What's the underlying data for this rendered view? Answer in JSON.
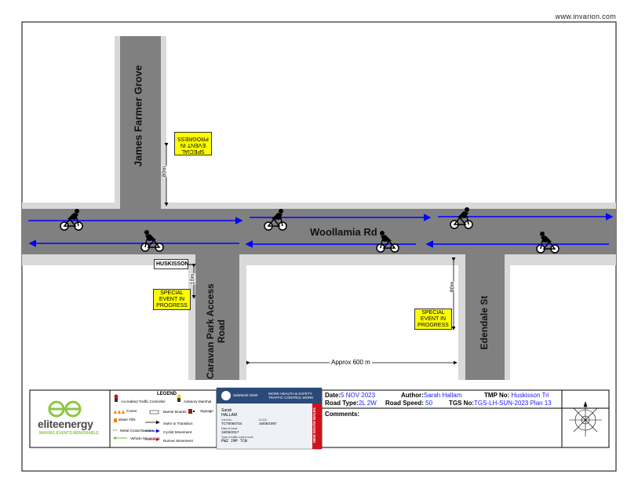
{
  "site_url": "www.invarion.com",
  "roads": {
    "main": "Woollamia Rd",
    "north_left": "James Farmer Grove",
    "south_left": "Caravan Park Access Road",
    "south_right": "Edendale St"
  },
  "signs": {
    "special_event_upside": "SPECIAL EVENT IN PROGRESS",
    "special_event_left": "SPECIAL EVENT IN PROGRESS",
    "special_event_right": "SPECIAL EVENT IN PROGRESS",
    "huskisson": "HUSKISSON"
  },
  "dimensions": {
    "d1": "80m",
    "d2": "10m",
    "d3": "80m",
    "approx": "Approx 600 m"
  },
  "legend": {
    "title": "LEGEND",
    "items": [
      {
        "label": "Accredited Traffic Controller",
        "icon": "traffic-controller-icon"
      },
      {
        "label": "Advisory Marshal",
        "icon": "marshal-icon"
      },
      {
        "label": "Cones",
        "icon": "cones-icon"
      },
      {
        "label": "Barrier Boards",
        "icon": "barrier-board-icon"
      },
      {
        "label": "Signage",
        "icon": "signage-icon"
      },
      {
        "label": "Water Fills",
        "icon": "water-fill-icon"
      },
      {
        "label": "Swim to Transition",
        "icon": "swim-arrow-icon"
      },
      {
        "label": "Metal Crowd Barriers",
        "icon": "crowd-barrier-icon"
      },
      {
        "label": "Cyclist Movement",
        "icon": "cyclist-arrow-icon"
      },
      {
        "label": "Runner Movement",
        "icon": "runner-arrow-icon"
      },
      {
        "label": "Vehicle Movement",
        "icon": "vehicle-arrow-icon"
      }
    ]
  },
  "logo": {
    "brand": "eliteenergy",
    "tagline": "MAKING EVENTS MEMORABLE"
  },
  "card": {
    "header_left": "SafeWork NSW",
    "header_right": "WORK HEALTH & SAFETY TRAFFIC CONTROL WORK",
    "name_first": "Sarah",
    "name_last": "HALLAM",
    "card_no_label": "Card No.",
    "card_no": "TCT0060734",
    "dob_label": "D.O.B",
    "dob": "16/06/1997",
    "issue_label": "Date of Issue",
    "issue": "16/05/2017",
    "type_label": "Type of traffic control work",
    "type": "PWZ IMP TCB",
    "side_band": "NEW SOUTH WALES"
  },
  "title_block": {
    "date_label": "Date:",
    "date": "5 NOV 2023",
    "author_label": "Author:",
    "author": "Sarah Hallam",
    "tmp_label": "TMP No:",
    "tmp": "Huskisson Tri",
    "road_type_label": "Road Type:",
    "road_type": "2L 2W",
    "speed_label": "Road Speed:",
    "speed": "50",
    "tgs_label": "TGS No:",
    "tgs": "TGS-LH-SUN-2023 Plan 13",
    "comments_label": "Comments:"
  },
  "colors": {
    "road": "#808080",
    "sign": "#ffff00",
    "cyclist_arrow": "#0000ff",
    "title_value": "#1a1aff",
    "brand_green": "#8dc63f"
  }
}
